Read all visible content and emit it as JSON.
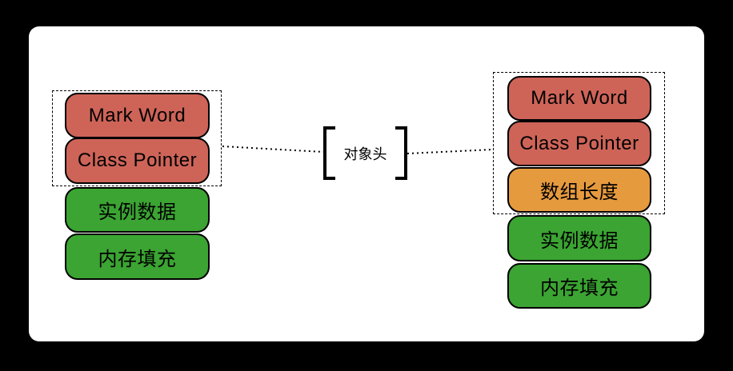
{
  "diagram": {
    "title_semantic": "java-object-memory-layout",
    "center_label": "对象头",
    "colors": {
      "header_red": "#CE6458",
      "array_length_orange": "#E69A3E",
      "data_green": "#3BA432",
      "border_black": "#000000",
      "card_white": "#ffffff",
      "background_black": "#000000"
    },
    "left_object": {
      "blocks": [
        {
          "label": "Mark Word",
          "color": "#CE6458",
          "in_header_group": true
        },
        {
          "label": "Class Pointer",
          "color": "#CE6458",
          "in_header_group": true
        },
        {
          "label": "实例数据",
          "color": "#3BA432",
          "in_header_group": false
        },
        {
          "label": "内存填充",
          "color": "#3BA432",
          "in_header_group": false
        }
      ]
    },
    "right_object": {
      "blocks": [
        {
          "label": "Mark Word",
          "color": "#CE6458",
          "in_header_group": true
        },
        {
          "label": "Class Pointer",
          "color": "#CE6458",
          "in_header_group": true
        },
        {
          "label": "数组长度",
          "color": "#E69A3E",
          "in_header_group": true
        },
        {
          "label": "实例数据",
          "color": "#3BA432",
          "in_header_group": false
        },
        {
          "label": "内存填充",
          "color": "#3BA432",
          "in_header_group": false
        }
      ]
    }
  }
}
